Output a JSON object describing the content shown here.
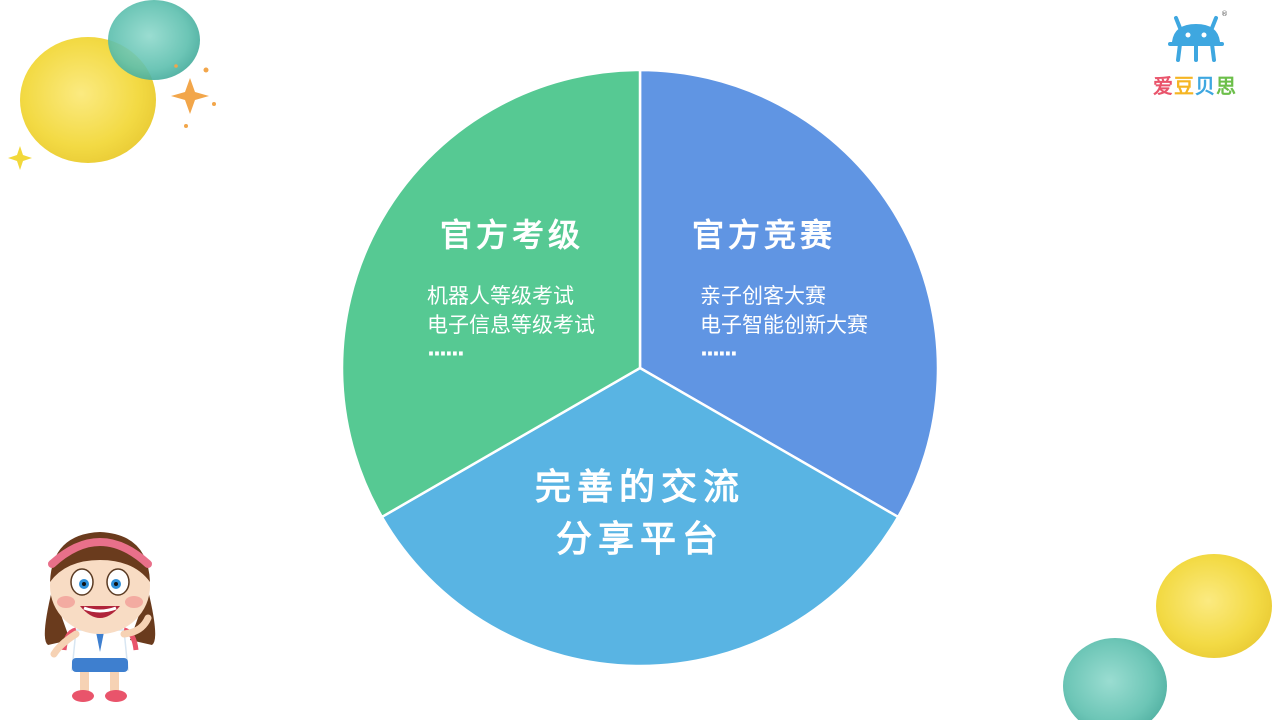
{
  "logo": {
    "letters": [
      "爱",
      "豆",
      "贝",
      "思"
    ],
    "letter_colors": [
      "#e9546b",
      "#f5b523",
      "#3ea7e0",
      "#6cbf4a"
    ],
    "registered_mark": "®",
    "icon": "robot-logo-icon"
  },
  "diagram": {
    "type": "pie-sections",
    "sections": [
      {
        "id": "exam",
        "title": "官方考级",
        "items": [
          "机器人等级考试",
          "电子信息等级考试",
          "······"
        ],
        "color": "#56c993",
        "share": 0.3333
      },
      {
        "id": "competition",
        "title": "官方竞赛",
        "items": [
          "亲子创客大赛",
          "电子智能创新大赛",
          "······"
        ],
        "color": "#6095e3",
        "share": 0.3333
      },
      {
        "id": "platform",
        "title_lines": [
          "完善的交流",
          "分享平台"
        ],
        "color": "#59b4e3",
        "share": 0.3334
      }
    ]
  },
  "decorations": {
    "yellow": "#f2d83a",
    "teal": "#5cbfae",
    "orange": "#f2a64a",
    "icons": [
      "watercolor-dot-icon",
      "sparkle-icon",
      "cartoon-girl-icon"
    ]
  }
}
